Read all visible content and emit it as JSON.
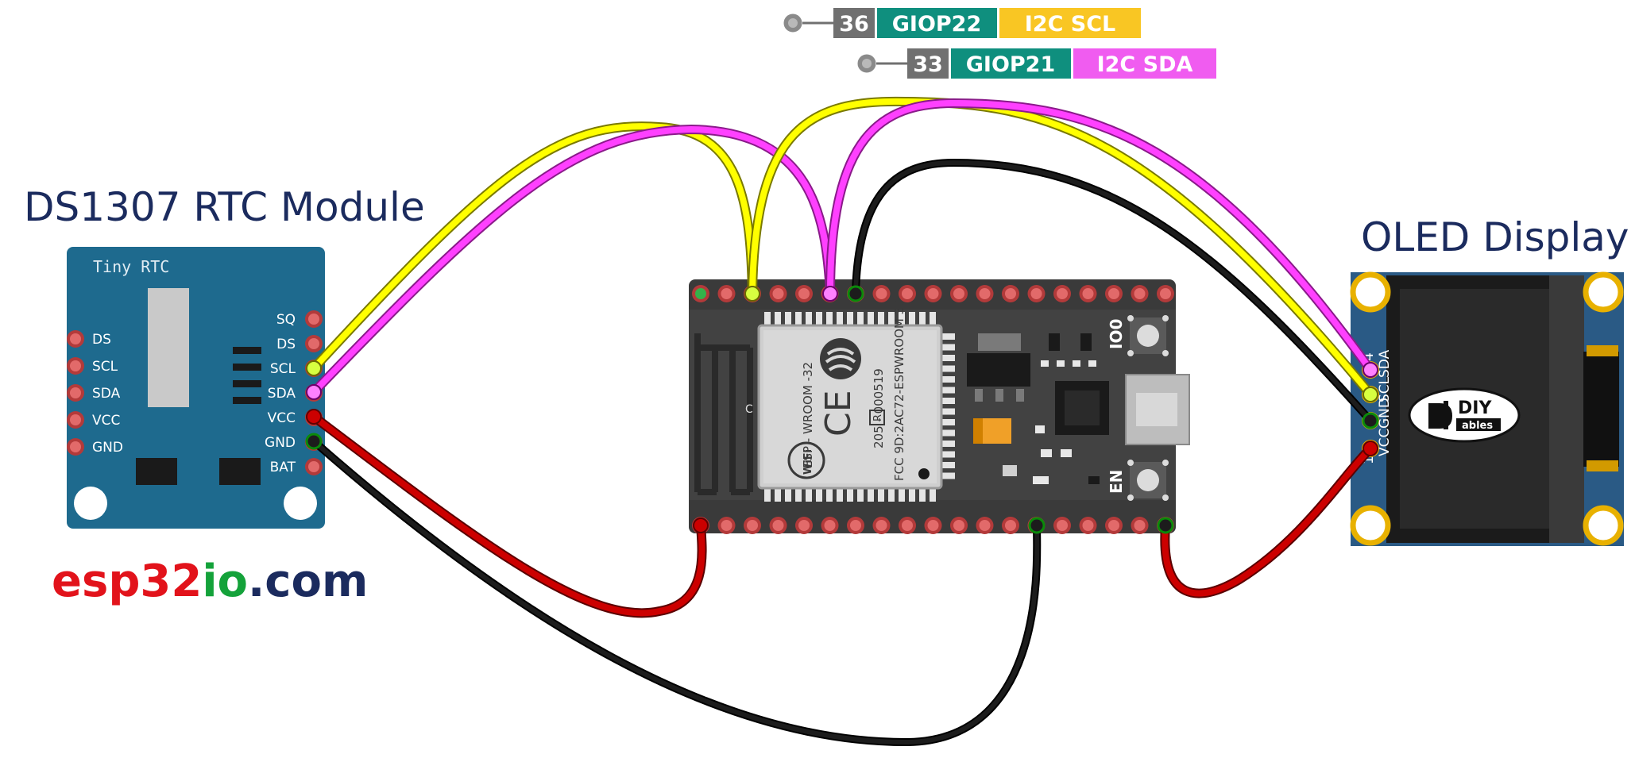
{
  "rtc": {
    "title": "DS1307 RTC Module",
    "board_label": "Tiny RTC",
    "left_pins": [
      "DS",
      "SCL",
      "SDA",
      "VCC",
      "GND"
    ],
    "right_pins": [
      "SQ",
      "DS",
      "SCL",
      "SDA",
      "VCC",
      "GND",
      "BAT"
    ]
  },
  "oled": {
    "title": "OLED Display",
    "pins": [
      "SDA",
      "SCL",
      "GND",
      "VCC"
    ],
    "pin_numbers": [
      "4",
      "1"
    ],
    "logo_top": "DIY",
    "logo_bottom": "ables"
  },
  "esp32": {
    "module_name": "ESP - WROOM -32",
    "cert_line_1": "205 - 000519",
    "cert_line_2": "FCC 9D:2AC72-ESPWROOM 32",
    "ce_mark": "CE",
    "r_mark": "R",
    "wifi_mark": "WiFi",
    "button_io0": "IO0",
    "button_en": "EN",
    "antenna_mark": "C"
  },
  "pin_tags": [
    {
      "number": "36",
      "gpio": "GIOP22",
      "func": "I2C SCL",
      "func_color": "#f9c623"
    },
    {
      "number": "33",
      "gpio": "GIOP21",
      "func": "I2C SDA",
      "func_color": "#f05cf0"
    }
  ],
  "brand": {
    "part1": "esp32",
    "part2": "io",
    "part3": ".com"
  },
  "colors": {
    "scl_wire": "#ffff00",
    "sda_wire": "#ff40ff",
    "vcc_wire": "#cc0000",
    "gnd_wire": "#111111",
    "rtc_board": "#1e6a8e",
    "oled_board": "#2a5a85",
    "esp_board": "#3a3a3a",
    "gpio_tag": "#0f8f7e",
    "num_tag": "#707070"
  }
}
